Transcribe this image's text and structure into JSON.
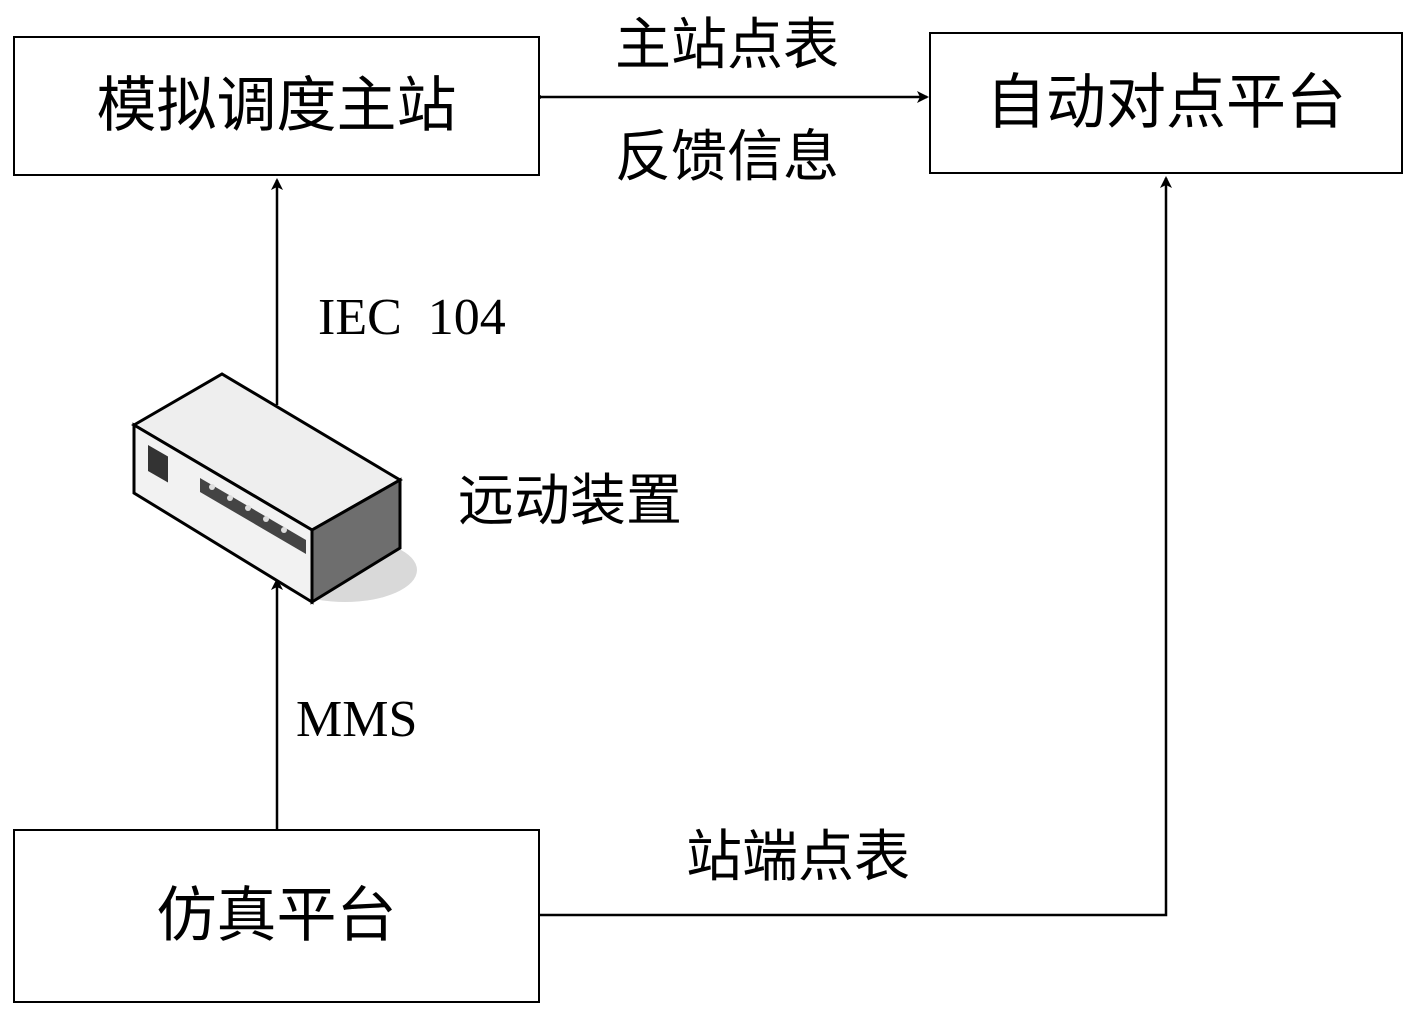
{
  "nodes": {
    "dispatch": "模拟调度主站",
    "autopoint": "自动对点平台",
    "simulation": "仿真平台",
    "rtu": "远动装置"
  },
  "edges": {
    "master_table": "主站点表",
    "feedback": "反馈信息",
    "iec": "IEC  104",
    "mms": "MMS",
    "station_table": "站端点表"
  }
}
